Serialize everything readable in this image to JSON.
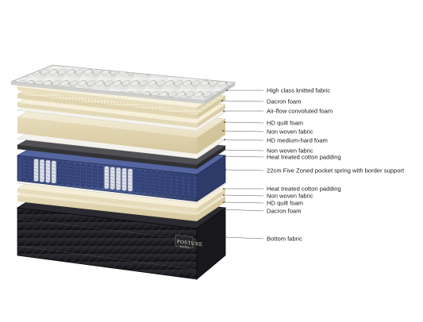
{
  "diagram": {
    "labels": [
      {
        "id": "high-class-knitted-fabric",
        "text": "High class knitted fabric"
      },
      {
        "id": "dacron-foam-top",
        "text": "Dacron foam"
      },
      {
        "id": "air-flow-convoluted-foam",
        "text": "Air-flow convoluted foam"
      },
      {
        "id": "hd-quilt-foam-top",
        "text": "HD quilt foam"
      },
      {
        "id": "non-woven-fabric-top",
        "text": "Non woven fabric"
      },
      {
        "id": "hd-medium-hard-foam",
        "text": "HD medium-hard foam"
      },
      {
        "id": "non-woven-fabric-mid",
        "text": "Non woven fabric"
      },
      {
        "id": "heat-treated-cotton-padding-top",
        "text": "Heat treated cotton padding"
      },
      {
        "id": "pocket-spring",
        "text": "22cm Five Zoned pocket spring with border support"
      },
      {
        "id": "heat-treated-cotton-padding-bottom",
        "text": "Heat treated cotton padding"
      },
      {
        "id": "non-woven-fabric-bottom",
        "text": "Non woven fabric"
      },
      {
        "id": "hd-quilt-foam-bottom",
        "text": "HD quilt foam"
      },
      {
        "id": "dacron-foam-bottom",
        "text": "Dacron foam"
      },
      {
        "id": "bottom-fabric",
        "text": "Bottom fabric"
      }
    ],
    "brand": {
      "name": "POSTURE",
      "sub": "HOTEL"
    },
    "colors": {
      "knitted": "#ececea",
      "cream": "#f3ecd4",
      "cream_dark": "#e6dcbc",
      "foam_light": "#f7f2e0",
      "nonwoven": "#f2f0ea",
      "gray_layer": "#3b3b3d",
      "spring_blue": "#3d4d7e",
      "spring_blue_dark": "#2a3766",
      "base_black": "#1c1c20",
      "leader": "#555555"
    }
  }
}
